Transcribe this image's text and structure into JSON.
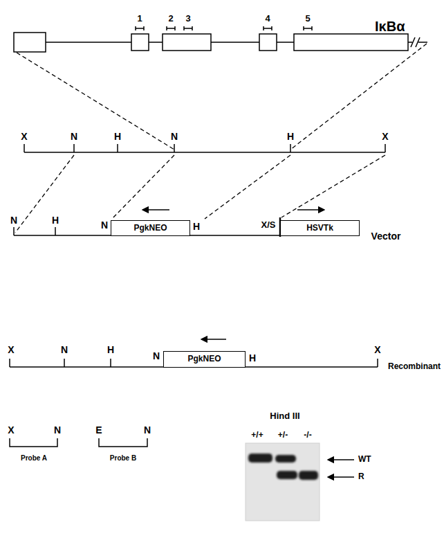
{
  "diagram": {
    "title": "IκBα",
    "nodes": [
      {
        "text": [
          "PgkNEO"
        ]
      },
      {
        "text": [
          "HSVTk"
        ]
      },
      {
        "text": [
          "PgkNEO"
        ]
      }
    ],
    "labels": [
      "1",
      "2",
      "3",
      "4",
      "5",
      "X",
      "N",
      "H",
      "N",
      "H",
      "X",
      "N",
      "H",
      "N",
      "H",
      "X/S",
      "Vector",
      "X",
      "N",
      "H",
      "N",
      "H",
      "X",
      "Recombinant",
      "X",
      "N",
      "Probe A",
      "E",
      "N",
      "Probe B",
      "Hind III",
      "+/+",
      "+/-",
      "-/-",
      "WT",
      "R"
    ]
  }
}
